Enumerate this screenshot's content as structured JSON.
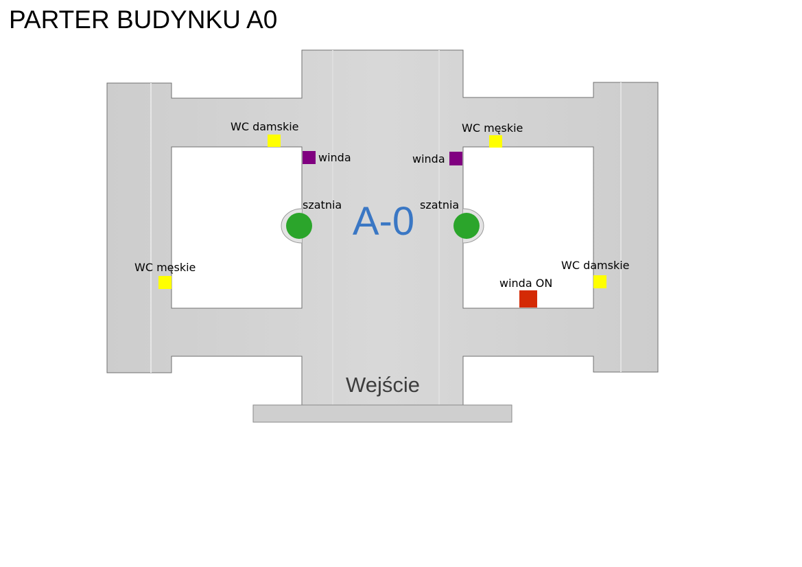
{
  "title": "PARTER BUDYNKU A0",
  "building_code": "A-0",
  "entrance": "Wejście",
  "colors": {
    "floor": "#d2d2d2",
    "floor_edge": "#6f6f6f",
    "court": "#ffffff",
    "wc": "#ffff00",
    "elevator": "#800080",
    "elevator_accessible": "#d42a05",
    "cloakroom": "#2ba52b",
    "building_code": "#3a77c4"
  },
  "legend_markers": {
    "wc_left_top": "WC damskie",
    "elevator_left": "winda",
    "cloakroom_left": "szatnia",
    "wc_left_bottom": "WC męskie",
    "wc_right_top": "WC męskie",
    "elevator_right": "winda",
    "cloakroom_right": "szatnia",
    "elevator_accessible": "winda ON",
    "wc_right_bottom": "WC damskie"
  }
}
